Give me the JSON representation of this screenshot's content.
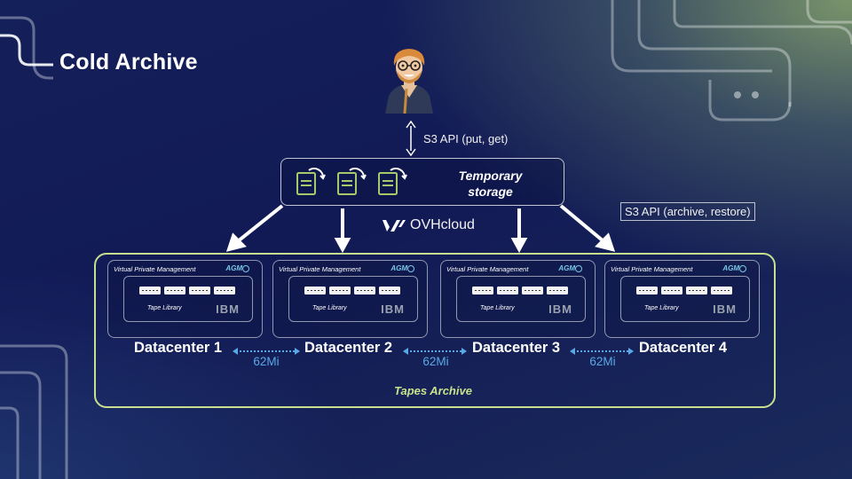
{
  "title": "Cold Archive",
  "user_api_label": "S3 API (put, get)",
  "archive_api_label": "S3 API (archive, restore)",
  "temporary_storage": {
    "line1": "Temporary",
    "line2": "storage"
  },
  "provider_logo_text": "OVHcloud",
  "tapes_archive_label": "Tapes Archive",
  "datacenters": [
    {
      "name": "Datacenter 1",
      "vpm_label": "Virtual Private Management",
      "vpm_logo": "AGM",
      "tape_library_label": "Tape Library",
      "vendor": "IBM"
    },
    {
      "name": "Datacenter 2",
      "vpm_label": "Virtual Private Management",
      "vpm_logo": "AGM",
      "tape_library_label": "Tape Library",
      "vendor": "IBM"
    },
    {
      "name": "Datacenter 3",
      "vpm_label": "Virtual Private Management",
      "vpm_logo": "AGM",
      "tape_library_label": "Tape Library",
      "vendor": "IBM"
    },
    {
      "name": "Datacenter 4",
      "vpm_label": "Virtual Private Management",
      "vpm_logo": "AGM",
      "tape_library_label": "Tape Library",
      "vendor": "IBM"
    }
  ],
  "links": [
    "62Mi",
    "62Mi",
    "62Mi"
  ],
  "colors": {
    "tapes_border": "#c7df8f",
    "link_text": "#5aa9e6",
    "icon_green": "#a9c86a"
  },
  "icons": [
    "avatar",
    "document-refresh-icon",
    "ovhcloud-logo-icon",
    "tape-cartridge-icon"
  ]
}
